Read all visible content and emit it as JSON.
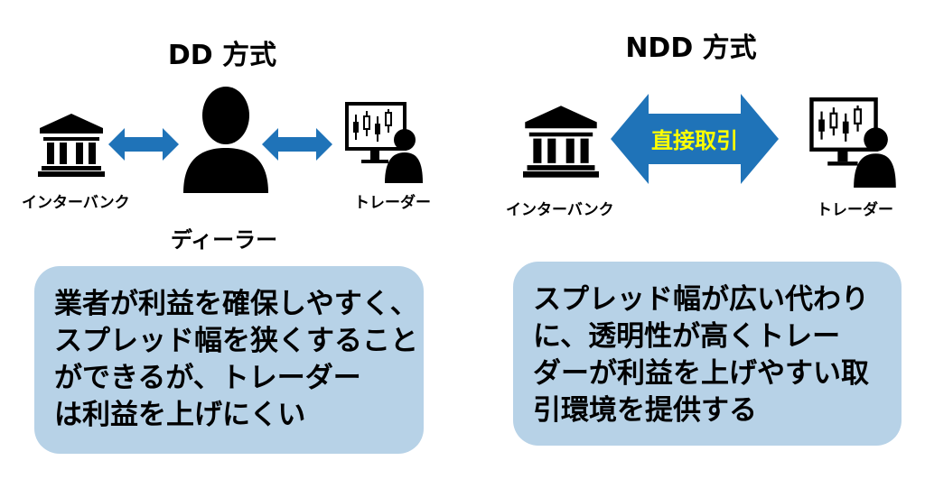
{
  "left": {
    "title": "DD 方式",
    "bank_label": "インターバンク",
    "dealer_label": "ディーラー",
    "trader_label": "トレーダー",
    "description": [
      "業者が利益を確保しやすく、",
      "スプレッド幅を狭くすること",
      "ができるが、トレーダー",
      "は利益を上げにくい"
    ]
  },
  "right": {
    "title": "NDD 方式",
    "bank_label": "インターバンク",
    "trader_label": "トレーダー",
    "arrow_label": "直接取引",
    "description": [
      "スプレッド幅が広い代わり",
      "に、透明性が高くトレー",
      "ダーが利益を上げやすい取",
      "引環境を提供する"
    ]
  },
  "colors": {
    "arrow": "#1f73b8",
    "arrow_text": "#ffff00",
    "box": "#b7d2e7",
    "icon": "#000000"
  },
  "icons": [
    "bank-icon",
    "person-icon",
    "trader-monitor-icon",
    "double-arrow-icon"
  ]
}
